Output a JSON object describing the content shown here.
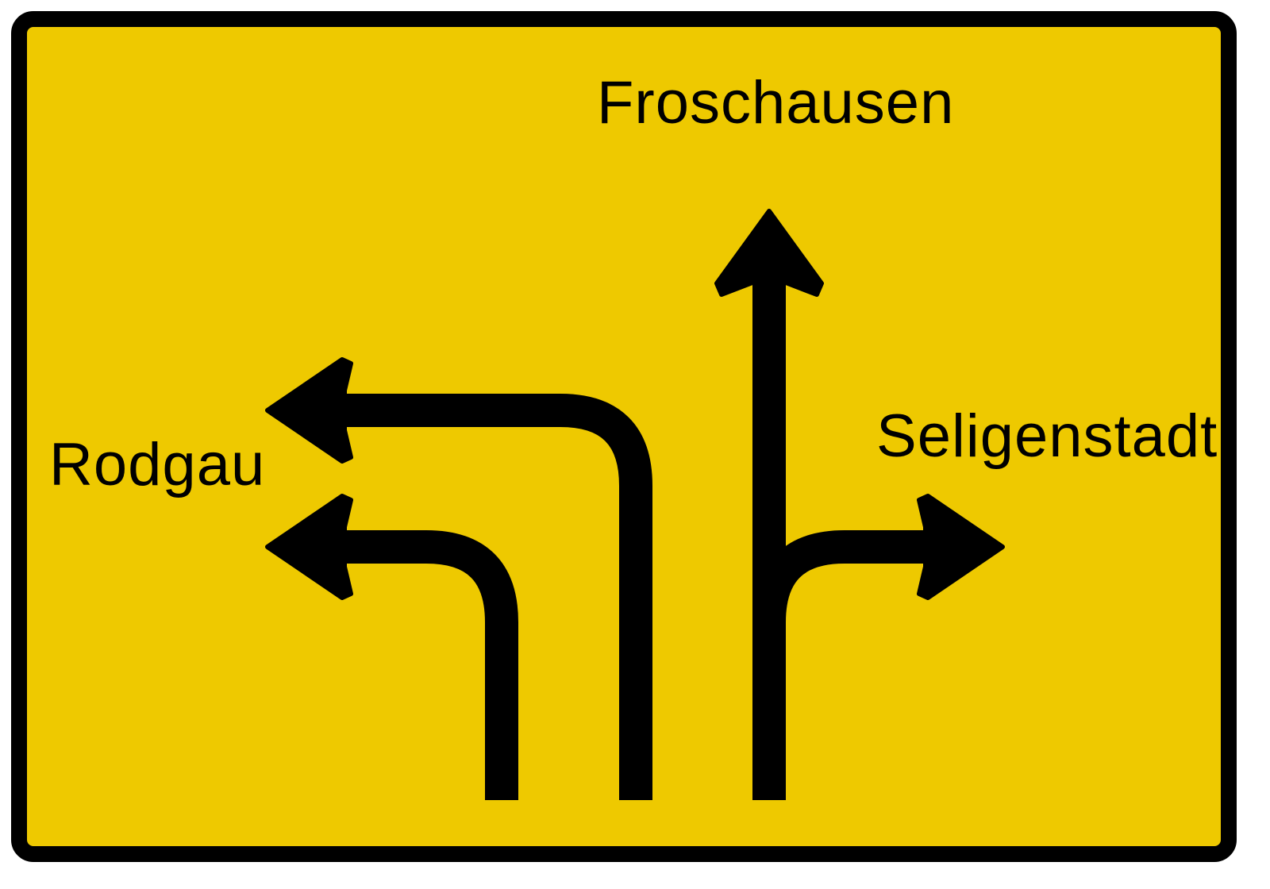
{
  "sign": {
    "background_color": "#eec900",
    "border_color": "#000000",
    "arrow_color": "#000000",
    "destinations": {
      "straight": "Froschausen",
      "left": "Rodgau",
      "right": "Seligenstadt"
    }
  }
}
